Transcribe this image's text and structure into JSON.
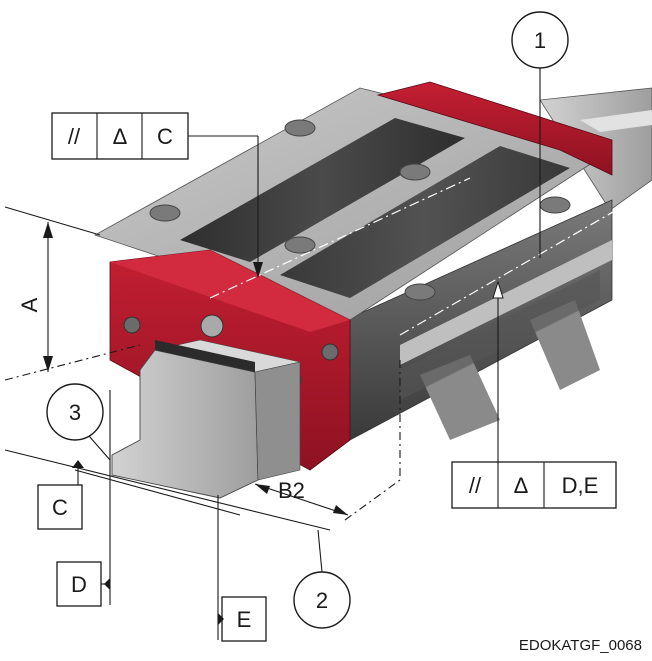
{
  "callouts": {
    "one": "1",
    "two": "2",
    "three": "3"
  },
  "dimensions": {
    "height": "A",
    "width": "B2"
  },
  "tolerance_frame_top": {
    "symbol_parallel": "//",
    "symbol_delta": "Δ",
    "datum": "C"
  },
  "tolerance_frame_right": {
    "symbol_parallel": "//",
    "symbol_delta": "Δ",
    "datum": "D,E"
  },
  "datum_labels": {
    "c": "C",
    "d": "D",
    "e": "E"
  },
  "figure_id": "EDOKATGF_0068",
  "colors": {
    "end_cap_red": "#b3192b",
    "body_grey": "#a8a8a8",
    "insert_dark": "#3c3c3c",
    "rail_grey": "#bdbdbd",
    "line": "#1a1a1a"
  }
}
